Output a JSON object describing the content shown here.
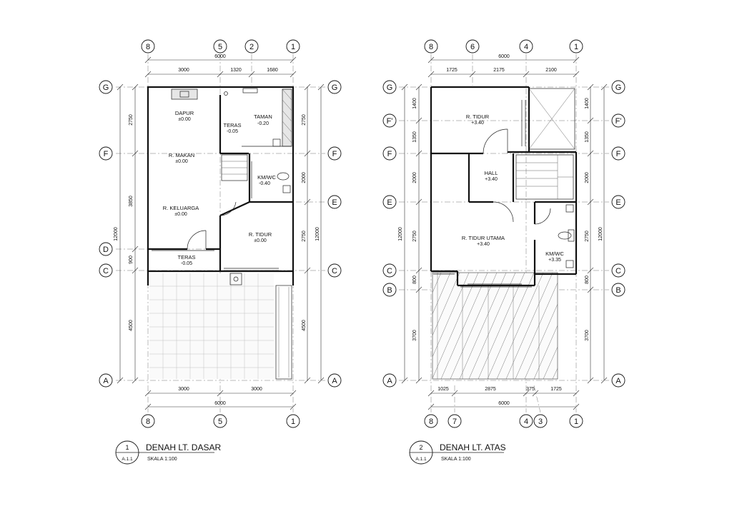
{
  "sheet": {
    "plans": [
      {
        "number": "1",
        "sheet_ref": "A.1.1",
        "title": "DENAH LT. DASAR",
        "scale": "SKALA 1:100",
        "top_grid_axes": [
          "8",
          "5",
          "2",
          "1"
        ],
        "bottom_grid_axes": [
          "8",
          "5",
          "1"
        ],
        "left_grid_axes": [
          "G",
          "F",
          "D",
          "C",
          "A"
        ],
        "right_grid_axes": [
          "G",
          "F",
          "E",
          "C",
          "A"
        ],
        "top_total": "6000",
        "top_segments": [
          "3000",
          "1320",
          "1680"
        ],
        "bottom_segments": [
          "3000",
          "3000"
        ],
        "bottom_total": "6000",
        "left_segments": [
          "2750",
          "3850",
          "900",
          "4500"
        ],
        "left_total": "12000",
        "right_segments": [
          "2750",
          "2000",
          "2750",
          "4500"
        ],
        "right_total": "12000",
        "rooms": [
          {
            "name": "DAPUR",
            "level": "±0.00"
          },
          {
            "name": "TERAS",
            "level": "-0.05"
          },
          {
            "name": "TAMAN",
            "level": "-0.20"
          },
          {
            "name": "R. MAKAN",
            "level": "±0.00"
          },
          {
            "name": "KM/WC",
            "level": "-0.40"
          },
          {
            "name": "R. KELUARGA",
            "level": "±0.00"
          },
          {
            "name": "R. TIDUR",
            "level": "±0.00"
          },
          {
            "name": "TERAS",
            "level": "-0.05"
          }
        ]
      },
      {
        "number": "2",
        "sheet_ref": "A.1.1",
        "title": "DENAH LT. ATAS",
        "scale": "SKALA 1:100",
        "top_grid_axes": [
          "8",
          "6",
          "4",
          "1"
        ],
        "bottom_grid_axes": [
          "8",
          "7",
          "4",
          "3",
          "1"
        ],
        "left_grid_axes": [
          "G",
          "F'",
          "F",
          "E",
          "C",
          "B",
          "A"
        ],
        "right_grid_axes": [
          "G",
          "F'",
          "F",
          "E",
          "C",
          "B",
          "A"
        ],
        "top_total": "6000",
        "top_segments": [
          "1725",
          "2175",
          "2100"
        ],
        "bottom_segments": [
          "1025",
          "2875",
          "375",
          "1725"
        ],
        "bottom_total": "6000",
        "left_segments": [
          "1400",
          "1350",
          "2000",
          "2750",
          "800",
          "3700"
        ],
        "left_total": "12000",
        "right_segments": [
          "1400",
          "1350",
          "2000",
          "2750",
          "800",
          "3700"
        ],
        "right_total": "12000",
        "rooms": [
          {
            "name": "R. TIDUR",
            "level": "+3.40"
          },
          {
            "name": "HALL",
            "level": "+3.40"
          },
          {
            "name": "R. TIDUR UTAMA",
            "level": "+3.40"
          },
          {
            "name": "KM/WC",
            "level": "+3.35"
          }
        ]
      }
    ]
  }
}
